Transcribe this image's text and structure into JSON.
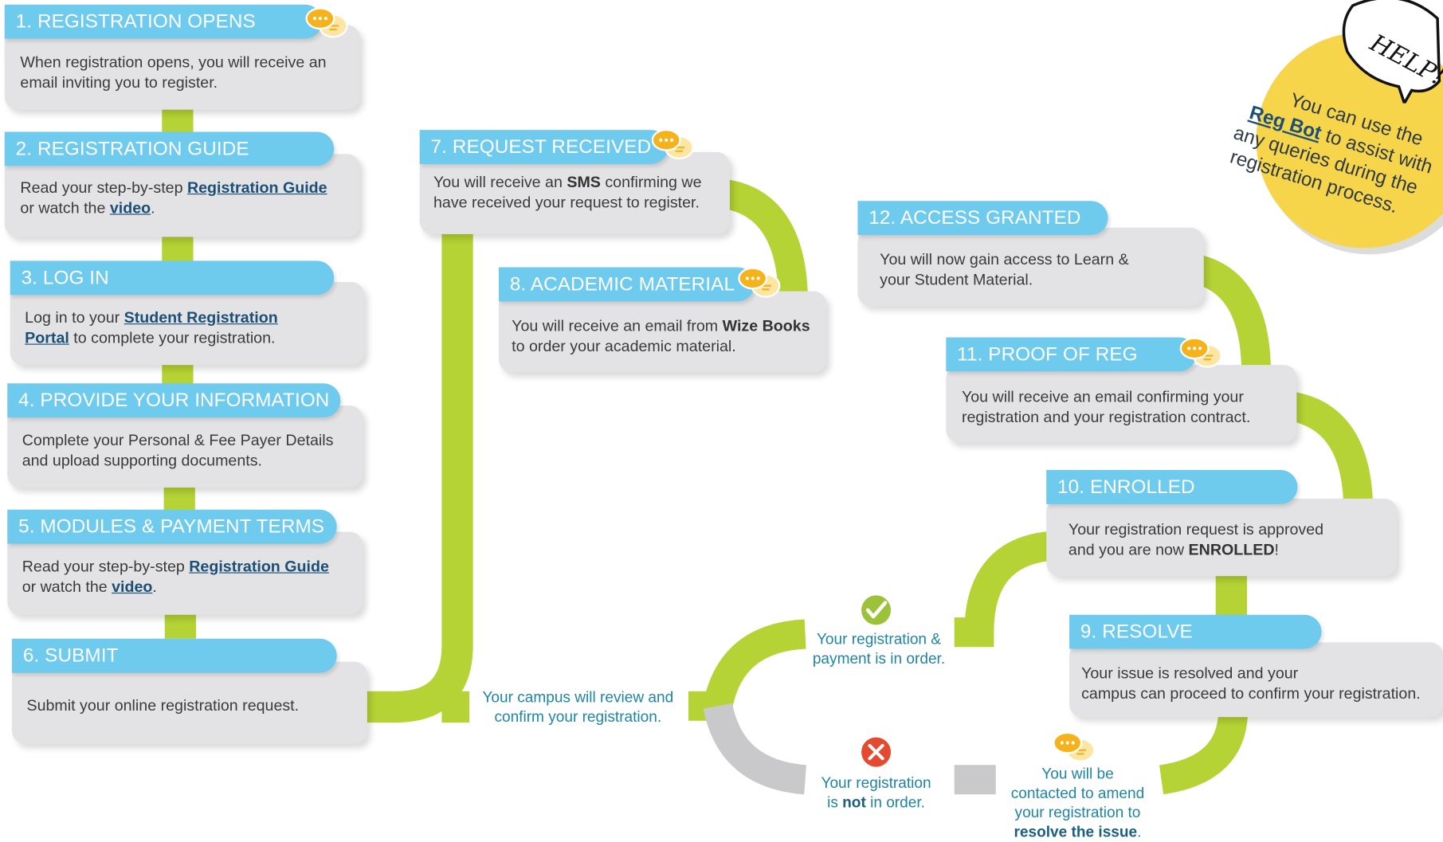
{
  "steps": {
    "s1": {
      "title": "1. REGISTRATION OPENS",
      "line1": "When registration opens, you will receive an",
      "line2": "email inviting you to register."
    },
    "s2": {
      "title": "2. REGISTRATION GUIDE",
      "pre": "Read your step-by-step ",
      "link": "Registration Guide",
      "mid": "or watch the ",
      "link2": "video",
      "end": "."
    },
    "s3": {
      "title": "3. LOG IN",
      "pre": "Log in to your ",
      "link_a": "Student Registration",
      "link_b": "Portal",
      "post": " to complete your registration."
    },
    "s4": {
      "title": "4. PROVIDE YOUR INFORMATION",
      "line1": "Complete your Personal & Fee Payer Details",
      "line2": "and upload supporting documents."
    },
    "s5": {
      "title": "5. MODULES & PAYMENT TERMS",
      "pre": "Read your step-by-step ",
      "link": "Registration Guide",
      "mid": "or watch the ",
      "link2": "video",
      "end": "."
    },
    "s6": {
      "title": "6. SUBMIT",
      "line1": "Submit your online registration request."
    },
    "s7": {
      "title": "7. REQUEST RECEIVED",
      "pre": "You will receive an ",
      "bold": "SMS",
      "post": " confirming we",
      "line2": "have received your request to register."
    },
    "s8": {
      "title": "8. ACADEMIC MATERIAL",
      "pre": "You will receive an email from ",
      "bold": "Wize Books",
      "line2": "to order your academic material."
    },
    "s9": {
      "title": "9. RESOLVE",
      "line1": "Your issue is resolved and your",
      "line2": "campus can proceed to confirm your registration."
    },
    "s10": {
      "title": "10. ENROLLED",
      "line1": "Your registration request is approved",
      "pre": "and you are now ",
      "bold": "ENROLLED",
      "end": "!"
    },
    "s11": {
      "title": "11. PROOF OF REG",
      "line1": "You will receive an email confirming your",
      "line2": "registration and your registration contract."
    },
    "s12": {
      "title": "12. ACCESS GRANTED",
      "line1": "You will now gain access to Learn &",
      "line2": "your Student Material."
    }
  },
  "notes": {
    "review": {
      "line1": "Your campus will review and",
      "line2": "confirm your registration."
    },
    "in_order": {
      "line1": "Your registration &",
      "line2": "payment is in order."
    },
    "not_in_order": {
      "line1": "Your registration",
      "pre": "is ",
      "bold": "not",
      "post": " in order."
    },
    "contacted": {
      "line1": "You will be",
      "line2": "contacted to amend",
      "line3": "your registration to",
      "bold": "resolve the issue",
      "end": "."
    }
  },
  "help": {
    "bubble": "HELP!",
    "line1": "You can use the",
    "link": "Reg Bot",
    "line2_post": " to assist with",
    "line3": "any queries during the",
    "line4": "registration process."
  },
  "icons": {
    "chat": "chat-bubbles-icon",
    "check": "check-icon",
    "cross": "cross-icon"
  },
  "colors": {
    "pill": "#6ecbee",
    "connector": "#b5d334",
    "card": "#e3e3e5",
    "note_text": "#1e85a3",
    "help_circle": "#f7d54a",
    "link": "#1c4f76"
  }
}
